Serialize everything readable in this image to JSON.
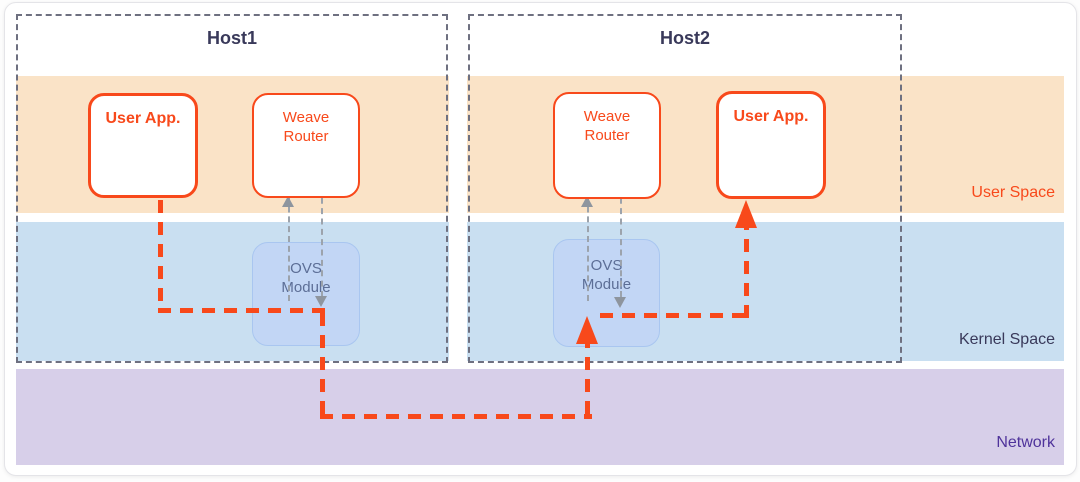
{
  "colors": {
    "accent": "#F8491B",
    "band-user": "#FAE3C7",
    "band-kernel": "#C9DFF1",
    "band-network": "#D7CFE9",
    "ovs-fill": "#C2D6F5",
    "ovs-border": "#A9C6F0",
    "ovs-text": "#5C6E96",
    "title": "#39395A",
    "network-label": "#4F339B",
    "host-border": "#6E7080",
    "gray-line": "#9CA3AC",
    "gray-arrow": "#8E959E"
  },
  "hosts": [
    {
      "title": "Host1",
      "user_app_label": "User App.",
      "weave_router_label": "Weave\nRouter",
      "ovs_module_label": "OVS\nModule"
    },
    {
      "title": "Host2",
      "user_app_label": "User App.",
      "weave_router_label": "Weave\nRouter",
      "ovs_module_label": "OVS\nModule"
    }
  ],
  "layers": {
    "user_space_label": "User Space",
    "kernel_space_label": "Kernel Space",
    "network_label": "Network"
  }
}
